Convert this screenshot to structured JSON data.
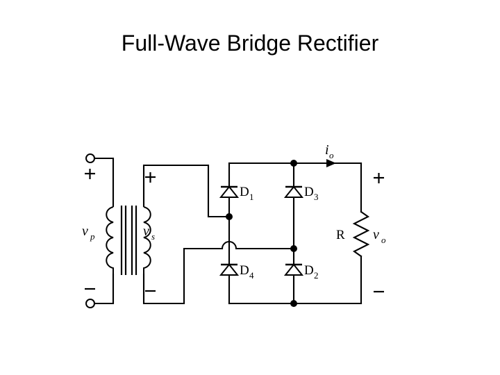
{
  "slide": {
    "title": "Full-Wave Bridge Rectifier",
    "background_color": "#ffffff",
    "ink_color": "#000000"
  },
  "diagram": {
    "name": "full-wave-bridge-rectifier-circuit",
    "type": "schematic",
    "description": "Transformer-coupled full-wave bridge rectifier with four diodes and resistive load"
  },
  "source": {
    "terminal_plus_sign": "+",
    "terminal_minus_sign": "−",
    "primary_label": "v",
    "primary_subscript": "p",
    "secondary_label": "v",
    "secondary_subscript": "s",
    "secondary_plus_sign": "+",
    "secondary_minus_sign": "−"
  },
  "diodes": [
    {
      "id": "D1",
      "label": "D",
      "subscript": "1",
      "position": "bridge-top-left"
    },
    {
      "id": "D3",
      "label": "D",
      "subscript": "3",
      "position": "bridge-top-right"
    },
    {
      "id": "D4",
      "label": "D",
      "subscript": "4",
      "position": "bridge-bottom-left"
    },
    {
      "id": "D2",
      "label": "D",
      "subscript": "2",
      "position": "bridge-bottom-right"
    }
  ],
  "load": {
    "resistor_label": "R",
    "output_voltage_label": "v",
    "output_voltage_subscript": "o",
    "output_plus_sign": "+",
    "output_minus_sign": "−"
  },
  "current": {
    "label": "i",
    "subscript": "o",
    "direction": "right"
  }
}
